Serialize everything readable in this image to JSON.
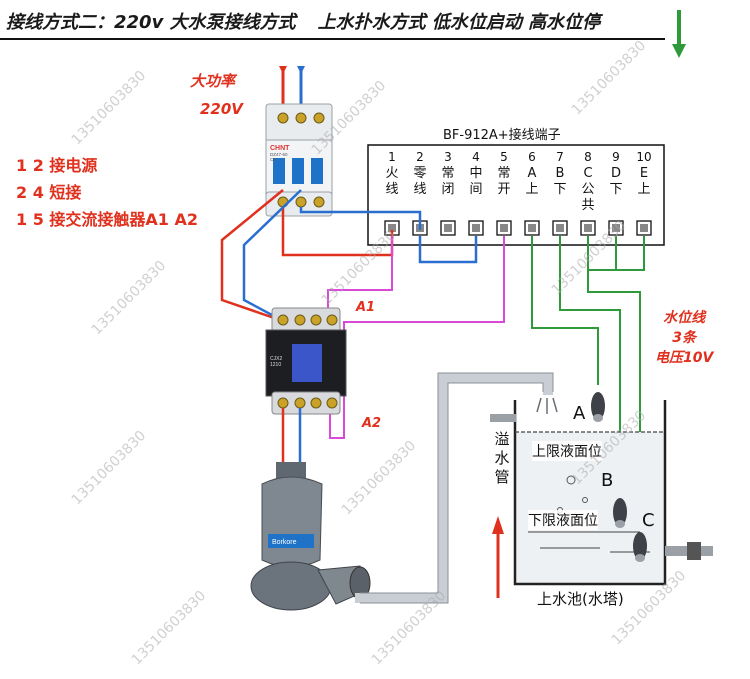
{
  "title": {
    "part1": "接线方式二：220v 大水泵接线方式",
    "part2": "上水扑水方式 低水位启动 高水位停"
  },
  "power_label": {
    "line1": "大功率",
    "line2": "220V"
  },
  "notes": [
    "1 2 接电源",
    "2 4 短接",
    "1 5 接交流接触器A1 A2"
  ],
  "controller": {
    "title": "BF-912A+接线端子",
    "terminals": [
      {
        "num": "1",
        "label": "火\n线"
      },
      {
        "num": "2",
        "label": "零\n线"
      },
      {
        "num": "3",
        "label": "常\n闭"
      },
      {
        "num": "4",
        "label": "中\n间"
      },
      {
        "num": "5",
        "label": "常\n开"
      },
      {
        "num": "6",
        "label": "A\n上"
      },
      {
        "num": "7",
        "label": "B\n下"
      },
      {
        "num": "8",
        "label": "C\n公共"
      },
      {
        "num": "9",
        "label": "D\n下"
      },
      {
        "num": "10",
        "label": "E\n上"
      }
    ]
  },
  "breaker_brand": "CHNT",
  "breaker_model": "DZ47-60\nC6",
  "contactor_labels": {
    "a1": "A1",
    "a2": "A2"
  },
  "contactor_model": "CJX2\n1210",
  "pump_brand": "Borkore",
  "water_level_note": {
    "line1": "水位线",
    "line2": "3条",
    "line3": "电压10V"
  },
  "tank": {
    "caption": "上水池(水塔)",
    "upper_level": "上限液面位",
    "lower_level": "下限液面位",
    "overflow": "溢\n水\n管",
    "probes": [
      "A",
      "B",
      "C"
    ]
  },
  "watermark": "13510603830",
  "colors": {
    "red_wire": "#e0301e",
    "blue_wire": "#2a6fd0",
    "magenta_wire": "#d94ad9",
    "green_wire": "#2e9a3a",
    "text_red": "#e0301e",
    "arrow_green": "#2e9a3a"
  }
}
